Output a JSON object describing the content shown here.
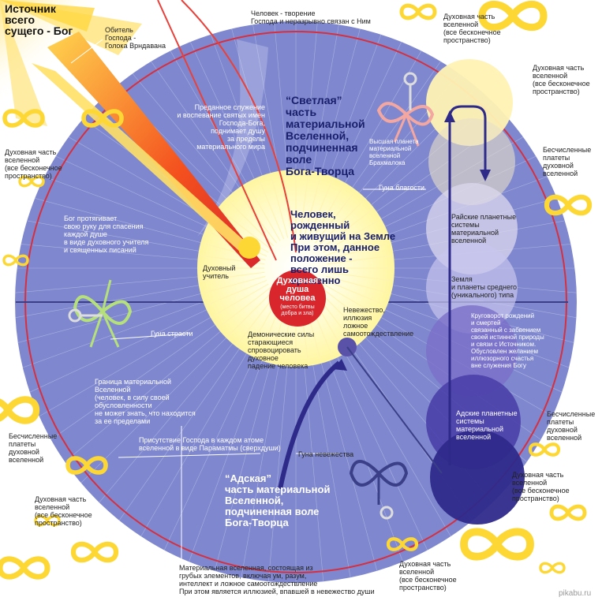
{
  "colors": {
    "universe": "#7f88cf",
    "universe_dark": "#5a62b0",
    "border_red": "#d43040",
    "sun": "#fdd835",
    "soul_red": "#d8262c",
    "ignorance_purple": "#5a52a8",
    "spiritual_yellow": "#ffe680",
    "hell_dark": "#2e2a8a"
  },
  "icons": [
    "infinity-icon",
    "hook-icon",
    "ribbon-bow-icon",
    "arrow-icon"
  ],
  "labels": {
    "god_source": "Источник\nвсего\nсущего - Бог",
    "goloka": "Обитель\nГоспода -\nГолока Врндавана",
    "man_creation": "Человек - творение\nГоспода и неразрывно связан с Ним",
    "spiritual_part_tr": "Духовная часть\nвселенной\n(все бесконечное\nпространство)",
    "spiritual_part_r1": "Духовная часть\nвселенной\n(все бесконечное\nпространство)",
    "countless_plates_r": "Бесчисленные\nплатеты\nдуховной\nвселенной",
    "devotional_service": "Преданное служение\nи воспевание святых имен\nГоспода-Бога,\nподнимает душу\nза пределы\nматериального мира",
    "light_part": "“Светлая”\nчасть\nматериальной\nВселенной,\nподчиненная\nволе\nБога-Творца",
    "brahmaloka": "Высшая планета\nматериальной\nвселенной\nБрахмалока",
    "guna_goodness": "Гуна благости",
    "spiritual_part_l": "Духовная часть\nвселенной\n(все бесконечное\nпространство)",
    "god_extends": "Бог протягивает\nсвою руку для спасения\nкаждой душе\nв виде духовного учителя\nи священных писаний",
    "man_born": "Человек,\nрожденный\nи живущий на Земле\nПри этом, данное\nположение -\nвсего лишь\nвременно",
    "heavenly": "Райские планетные\nсистемы\nматериальной\nвселенной",
    "spiritual_teacher": "Духовный\nучитель",
    "soul_title": "Духовная\nдуша\nчеловеа",
    "soul_sub": "(место битвы\nдобра и зла)",
    "earth": "Земля\nи планеты среднего\n(уникального) типа",
    "ignorance_ego": "Невежество,\nиллюзия\nложное\nсамоотождествление",
    "guna_passion": "Гуна страсти",
    "demonic": "Демонические силы\nстарающиеся\nспровоцировать\nдуховное\nпадение человека",
    "cycle": "Круговорот рождений\nи смертей\nсвязанный с забвением\nсвоей истинной природы\nи связи с Источником.\nОбусловлен желанием\nиллюзорного счастья\nвне служения Богу",
    "boundary": "Граница материальной\nВселенной\n(человек, в силу своей\nобусловленности\nне может знать, что находится\nза ее пределами",
    "countless_plates_r2": "Бесчисленные\nплатеты\nдуховной\nвселенной",
    "hellish_systems": "Адские планетные\nсистемы\nматериальной\nвселенной",
    "countless_plates_l": "Бесчисленные\nплатеты\nдуховной\nвселенной",
    "paramatma": "Присутствие Господа в каждом атоме\nвселенной в виде Параматмы (сверхдуши)",
    "guna_ignorance": "Гуна невежества",
    "spiritual_part_r2": "Духовная часть\nвселенной\n(все бесконечное\nпространство)",
    "spiritual_part_bl": "Духовная часть\nвселенной\n(все бесконечное\nпространство)",
    "hell_part": "“Адская”\nчасть материальной\nВселенной,\nподчиненная воле\nБога-Творца",
    "material_universe": "Материальная вселенная, состоящая из\nгрубых элементов, включая ум, разум,\nинтеллект и ложное самоотождествление\nПри этом является иллюзией, впавшей в невежество души",
    "spiritual_part_br": "Духовная часть\nвселенной\n(все бесконечное\nпространство)",
    "watermark": "pikabu.ru"
  }
}
